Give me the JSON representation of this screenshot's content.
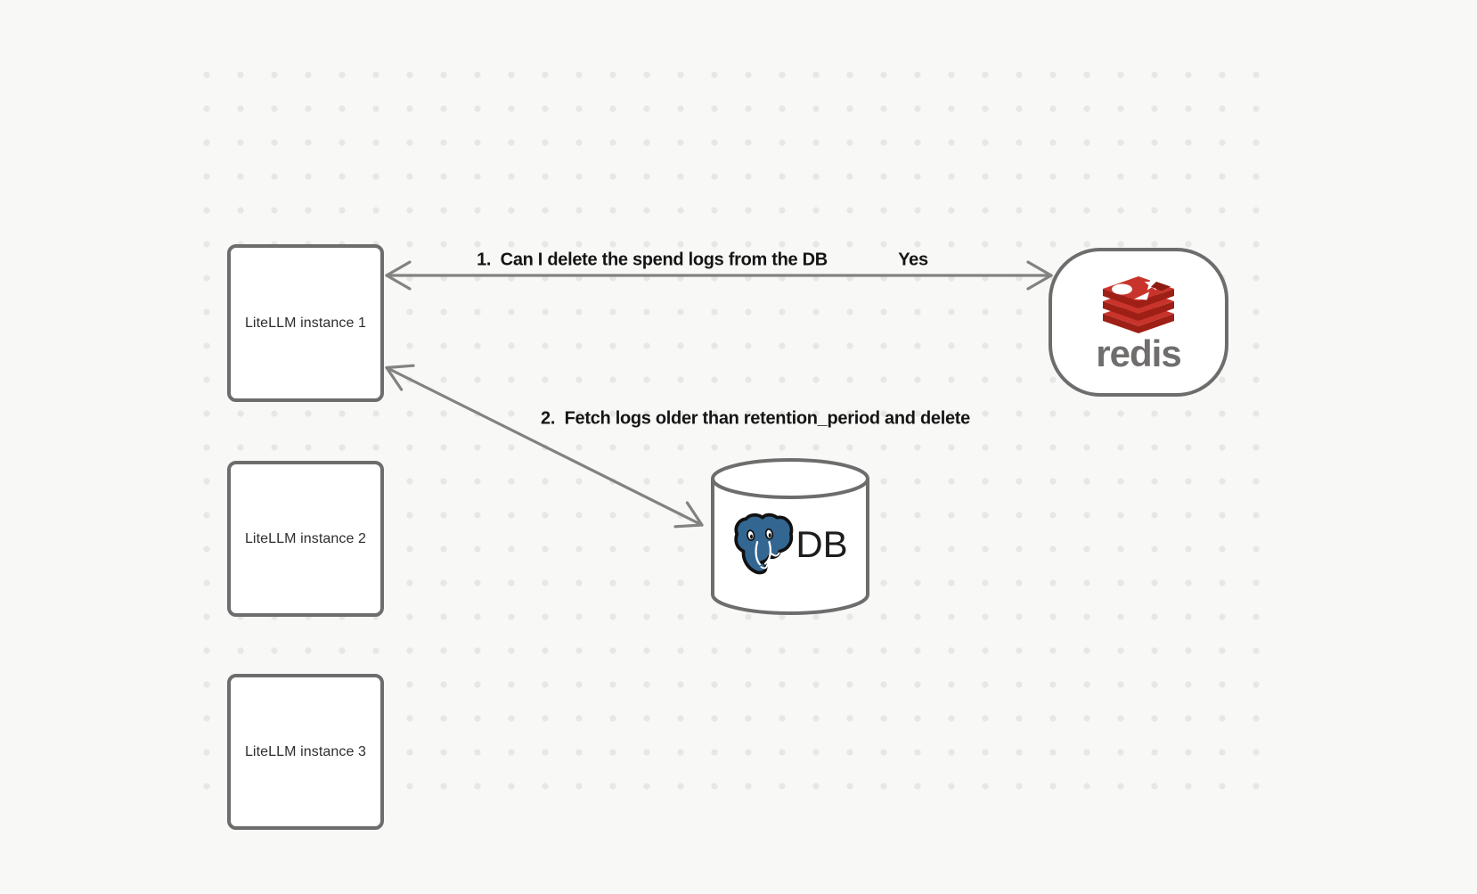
{
  "diagram": {
    "background_color": "#f8f8f6",
    "dot_color": "#e7e7e5",
    "node_border_color": "#6d6d6d",
    "arrow_color": "#828280",
    "nodes": {
      "litellm_instances": [
        {
          "label": "LiteLLM instance 1"
        },
        {
          "label": "LiteLLM instance 2"
        },
        {
          "label": "LiteLLM instance 3"
        }
      ],
      "redis": {
        "wordmark": "redis",
        "icon": "redis-stack-logo",
        "logo_red": "#c8342b",
        "logo_dark_red": "#9e1f15",
        "wordmark_color": "#706d6d"
      },
      "database": {
        "label": "DB",
        "icon": "postgresql-elephant-logo",
        "elephant_blue": "#336791"
      }
    },
    "edges": [
      {
        "label": "1.  Can I delete the spend logs from the DB",
        "response": "Yes",
        "from": "LiteLLM instance 1",
        "to": "redis"
      },
      {
        "label": "2.  Fetch logs older than retention_period and delete",
        "from": "LiteLLM instance 1",
        "to": "DB"
      }
    ]
  }
}
